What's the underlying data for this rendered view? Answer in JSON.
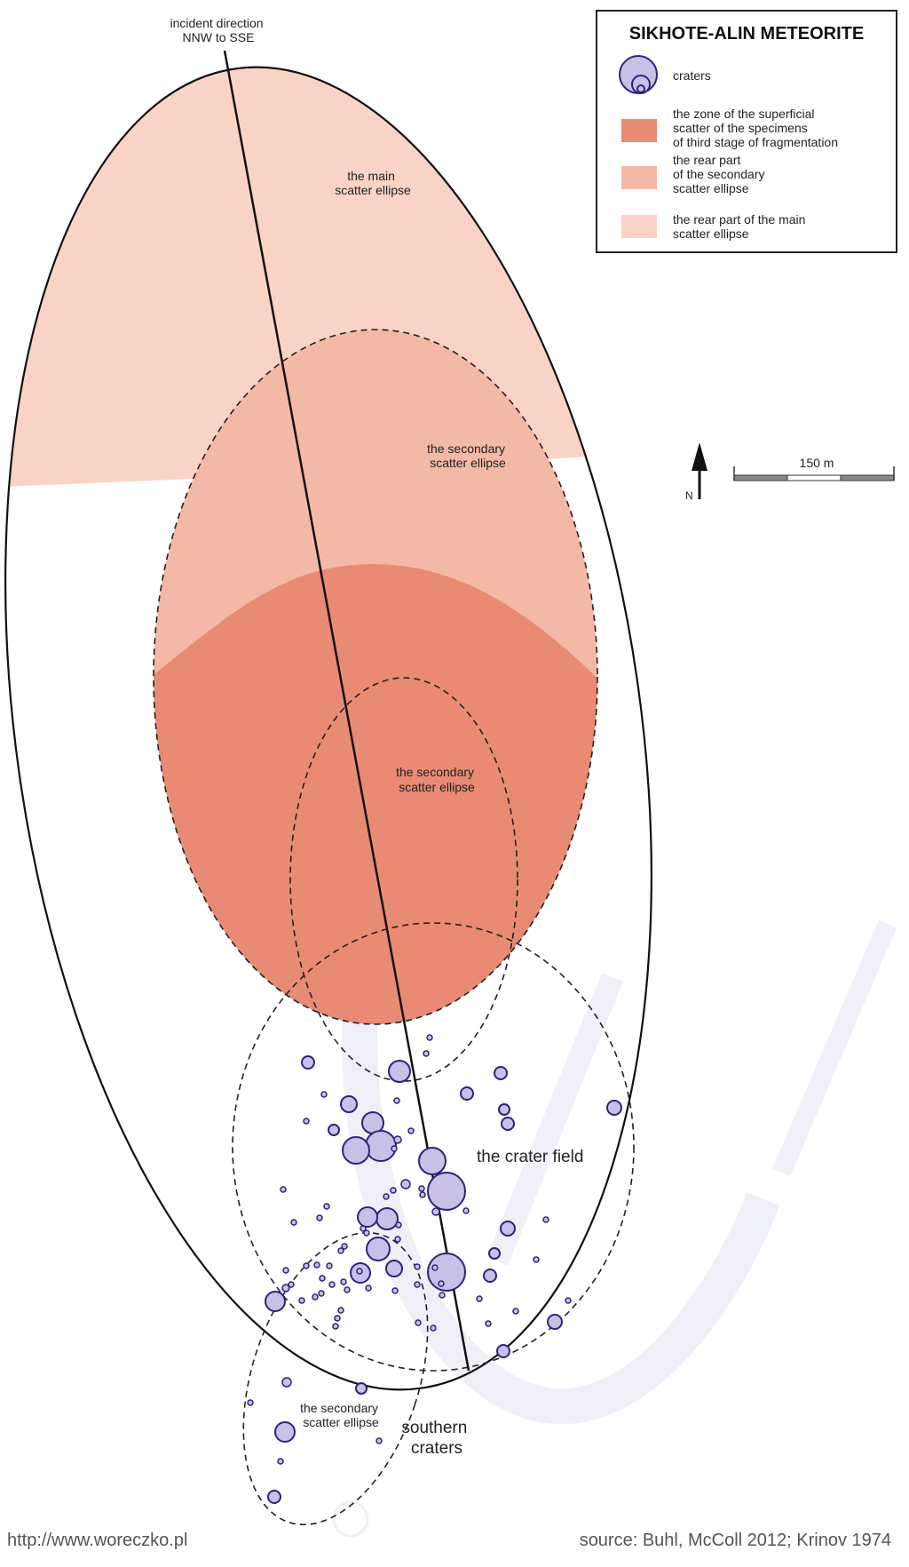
{
  "title": "SIKHOTE-ALIN METEORITE",
  "incident": {
    "line1": "incident direction",
    "line2": "NNW to SSE"
  },
  "labels": {
    "main_ellipse": [
      "the main",
      "scatter ellipse"
    ],
    "secondary_ellipse_upper": [
      "the secondary",
      "scatter ellipse"
    ],
    "secondary_ellipse_inner": [
      "the secondary",
      "scatter ellipse"
    ],
    "secondary_ellipse_south": [
      "the secondary",
      "scatter ellipse"
    ],
    "crater_field": "the crater field",
    "southern_craters": [
      "southern",
      "craters"
    ]
  },
  "legend": {
    "items": [
      {
        "key": "craters",
        "lines": [
          "craters"
        ],
        "color": "#c8c0e6"
      },
      {
        "key": "third-stage-zone",
        "lines": [
          "the zone of the superficial",
          "scatter of the specimens",
          "of third stage of fragmentation"
        ],
        "color": "#e98a74"
      },
      {
        "key": "secondary-rear",
        "lines": [
          "the rear part",
          "of the secondary",
          "scatter ellipse"
        ],
        "color": "#f4b8a6"
      },
      {
        "key": "main-rear",
        "lines": [
          "the rear part of the main",
          "scatter ellipse"
        ],
        "color": "#f9d4c6"
      }
    ]
  },
  "scale": {
    "label": "150 m",
    "north": "N"
  },
  "footer": {
    "url": "http://www.woreczko.pl",
    "source": "source: Buhl, McColl 2012; Krinov 1974"
  },
  "colors": {
    "main_rear": "#f9d4c6",
    "secondary_rear": "#f4b8a6",
    "third_stage": "#e98a74",
    "crater_fill": "#c8c0e6",
    "crater_stroke": "#2e237a"
  }
}
